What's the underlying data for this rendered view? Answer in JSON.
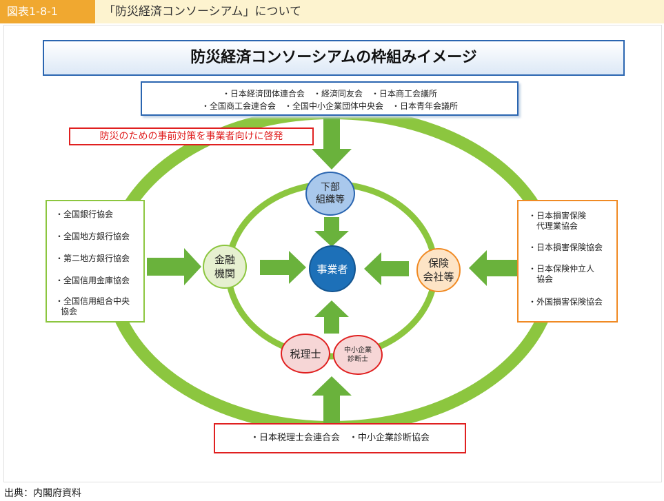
{
  "header": {
    "figure_label": "図表1-8-1",
    "title": "「防災経済コンソーシアム」について"
  },
  "diagram": {
    "main_title": "防災経済コンソーシアムの枠組みイメージ",
    "top_box": {
      "line1": "・日本経済団体連合会　・経済同友会　・日本商工会議所",
      "line2": "・全国商工会連合会　・全国中小企業団体中央会　・日本青年会議所"
    },
    "red_label": "防災のための事前対策を事業者向けに啓発",
    "left_box": {
      "items": [
        "・全国銀行協会",
        "・全国地方銀行協会",
        "・第二地方銀行協会",
        "・全国信用金庫協会",
        "・全国信用組合中央",
        "協会"
      ]
    },
    "right_box": {
      "items": [
        "・日本損害保険",
        "代理業協会",
        "・日本損害保険協会",
        "・日本保険仲立人",
        "協会",
        "・外国損害保険協会"
      ]
    },
    "bottom_box": "・日本税理士会連合会　・中小企業診断協会",
    "circles": {
      "sub_org_1": "下部",
      "sub_org_2": "組織等",
      "main": "事業者",
      "finance_1": "金融",
      "finance_2": "機関",
      "insurance_1": "保険",
      "insurance_2": "会社等",
      "tax": "税理士",
      "sme_1": "中小企業",
      "sme_2": "診断士"
    },
    "colors": {
      "blue": "#2a65b0",
      "green": "#8cc63f",
      "orange": "#f08a24",
      "red": "#e02020"
    }
  },
  "source": "出典：内閣府資料"
}
